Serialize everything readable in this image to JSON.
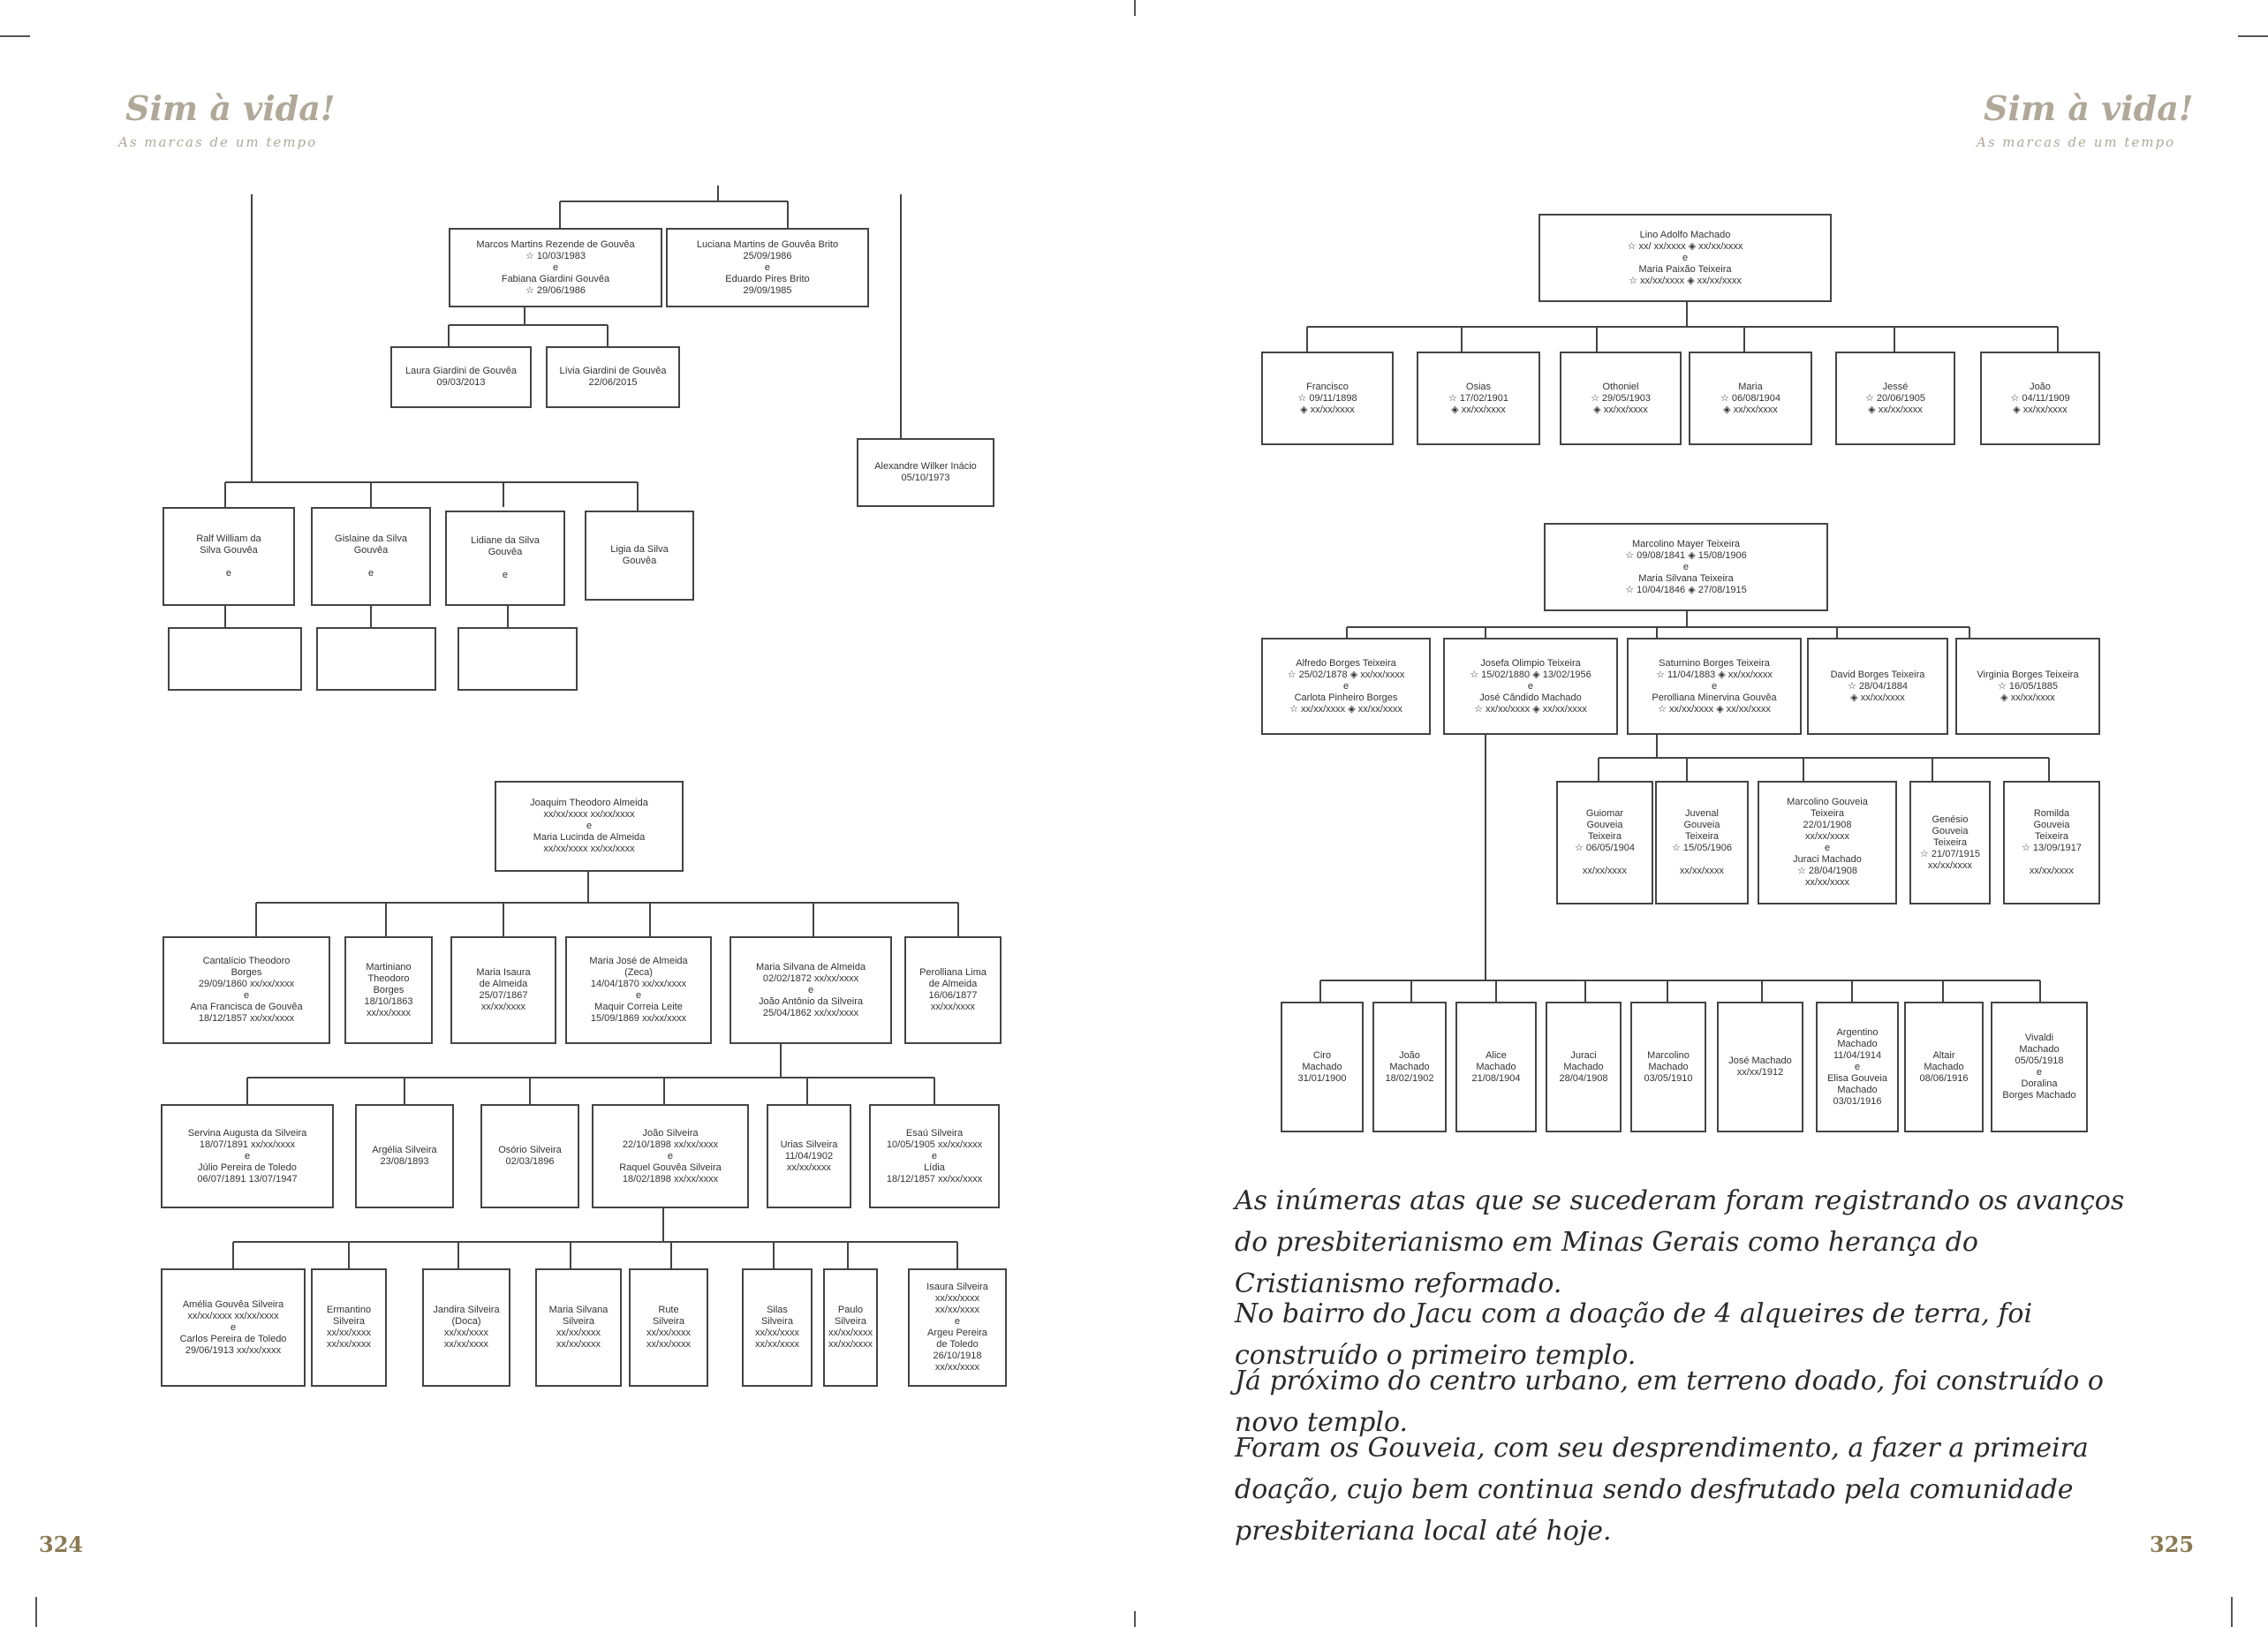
{
  "left_page": {
    "header_title": "Sim à vida!",
    "header_subtitle": "As marcas de um tempo",
    "page_number": "324"
  },
  "right_page": {
    "header_title": "Sim à vida!",
    "header_subtitle": "As marcas de um tempo",
    "page_number": "325",
    "paragraphs": [
      "As inúmeras atas que se sucederam foram registrando os avanços do presbiterianismo em Minas Gerais como herança do Cristianismo reformado.",
      "No bairro do Jacu com a doação de 4 alqueires de terra, foi construído o primeiro templo.",
      "Já próximo do centro urbano, em terreno doado, foi construído o novo templo.",
      "Foram os Gouveia, com seu desprendimento, a fazer a primeira doação, cujo bem continua sendo desfrutado pela comunidade presbiteriana local até hoje."
    ]
  },
  "tree_boxes": {
    "marcos": "Marcos Martins Rezende de Gouvêa\n☆ 10/03/1983\ne\nFabiana Giardini Gouvêa\n☆ 29/06/1986",
    "luciana": "Luciana Martins de Gouvêa Brito\n25/09/1986\ne\nEduardo Pires Brito\n29/09/1985",
    "laura": "Laura Giardini de Gouvêa\n09/03/2013",
    "livia": "Lívia Giardini de Gouvêa\n22/06/2015",
    "alexandre": "Alexandre Wilker Inácio\n05/10/1973",
    "ralf": "Ralf William da\nSilva Gouvêa\n\ne",
    "gislaine": "Gislaine da Silva\nGouvêa\n\ne",
    "lidiane": "Lidiane da Silva\nGouvêa\n\ne",
    "ligia": "Ligia da Silva\nGouvêa",
    "empty1": "",
    "empty2": "",
    "empty3": "",
    "joaquim": "Joaquim Theodoro Almeida\nxx/xx/xxxx    xx/xx/xxxx\ne\nMaria Lucinda de Almeida\nxx/xx/xxxx    xx/xx/xxxx",
    "cantalicio": "Cantalício Theodoro\nBorges\n29/09/1860      xx/xx/xxxx\ne\nAna Francisca de Gouvêa\n18/12/1857      xx/xx/xxxx",
    "martiniano": "Martiniano\nTheodoro\nBorges\n18/10/1863\nxx/xx/xxxx",
    "maria_isaura": "Maria Isaura\nde Almeida\n25/07/1867\nxx/xx/xxxx",
    "maria_jose": "Maria José de Almeida\n(Zeca)\n14/04/1870      xx/xx/xxxx\ne\nMaquir Correia Leite\n15/09/1869      xx/xx/xxxx",
    "maria_silvana_alm": "Maria Silvana de Almeida\n02/02/1872      xx/xx/xxxx\ne\nJoão Antônio da Silveira\n25/04/1862      xx/xx/xxxx",
    "perolliana": "Perolliana Lima\nde Almeida\n16/06/1877\nxx/xx/xxxx",
    "servina": "Servina Augusta da Silveira\n18/07/1891      xx/xx/xxxx\ne\nJúlio Pereira de Toledo\n06/07/1891     13/07/1947",
    "argelia": "Argélia Silveira\n23/08/1893",
    "osorio": "Osório Silveira\n02/03/1896",
    "joao_silveira": "João Silveira\n22/10/1898      xx/xx/xxxx\ne\nRaquel Gouvêa Silveira\n18/02/1898      xx/xx/xxxx",
    "urias": "Urias Silveira\n11/04/1902\nxx/xx/xxxx",
    "esau": "Esaú Silveira\n10/05/1905      xx/xx/xxxx\ne\nLídia\n18/12/1857      xx/xx/xxxx",
    "amelia": "Amélia Gouvêa Silveira\nxx/xx/xxxx      xx/xx/xxxx\ne\nCarlos Pereira de Toledo\n29/06/1913      xx/xx/xxxx",
    "ermantino": "Ermantino Silveira\nxx/xx/xxxx\nxx/xx/xxxx",
    "jandira": "Jandira Silveira\n(Doca)\nxx/xx/xxxx\nxx/xx/xxxx",
    "maria_silvana_silv": "Maria Silvana\nSilveira\nxx/xx/xxxx\nxx/xx/xxxx",
    "rute": "Rute\nSilveira\nxx/xx/xxxx\nxx/xx/xxxx",
    "silas": "Silas\nSilveira\nxx/xx/xxxx\nxx/xx/xxxx",
    "paulo": "Paulo\nSilveira\nxx/xx/xxxx\nxx/xx/xxxx",
    "isaura": "Isaura Silveira\nxx/xx/xxxx\nxx/xx/xxxx\ne\nArgeu Pereira\nde Toledo\n26/10/1918\nxx/xx/xxxx",
    "lino": "Lino Adolfo Machado\n☆ xx/ xx/xxxx        ◈ xx/xx/xxxx\ne\nMaria Paixão Teixeira\n☆ xx/xx/xxxx        ◈ xx/xx/xxxx",
    "francisco": "Francisco\n☆ 09/11/1898\n◈ xx/xx/xxxx",
    "osias": "Osias\n☆ 17/02/1901\n◈ xx/xx/xxxx",
    "othoniel": "Othoniel\n☆ 29/05/1903\n◈ xx/xx/xxxx",
    "maria_m": "Maria\n☆ 06/08/1904\n◈ xx/xx/xxxx",
    "jesse": "Jessé\n☆ 20/06/1905\n◈ xx/xx/xxxx",
    "joao_m": "João\n☆ 04/11/1909\n◈ xx/xx/xxxx",
    "marcolino_mt": "Marcolino Mayer Teixeira\n☆ 09/08/1841      ◈ 15/08/1906\ne\nMaria Silvana Teixeira\n☆ 10/04/1846      ◈ 27/08/1915",
    "alfredo": "Alfredo Borges Teixeira\n☆ 25/02/1878   ◈ xx/xx/xxxx\ne\nCarlota Pinheiro Borges\n☆ xx/xx/xxxx   ◈ xx/xx/xxxx",
    "josefa": "Josefa Olimpio Teixeira\n☆ 15/02/1880   ◈ 13/02/1956\ne\nJosé Cândido Machado\n☆ xx/xx/xxxx   ◈ xx/xx/xxxx",
    "saturnino": "Saturnino Borges Teixeira\n☆ 11/04/1883   ◈ xx/xx/xxxx\ne\nPerolliana Minervina Gouvêa\n☆ xx/xx/xxxx   ◈ xx/xx/xxxx",
    "david": "David Borges Teixeira\n☆ 28/04/1884\n◈ xx/xx/xxxx",
    "virginia": "Virginia Borges Teixeira\n☆ 16/05/1885\n◈ xx/xx/xxxx",
    "guiomar": "Guiomar\nGouveia\nTeixeira\n☆ 06/05/1904\n\nxx/xx/xxxx",
    "juvenal": "Juvenal\nGouveia\nTeixeira\n☆ 15/05/1906\n\nxx/xx/xxxx",
    "marcolino_gt": "Marcolino Gouveia\nTeixeira\n22/01/1908\nxx/xx/xxxx\ne\nJuraci Machado\n☆ 28/04/1908\nxx/xx/xxxx",
    "genesio": "Genésio\nGouveia\nTeixeira\n☆ 21/07/1915\nxx/xx/xxxx",
    "romilda": "Romilda\nGouveia\nTeixeira\n☆ 13/09/1917\n\nxx/xx/xxxx",
    "ciro": "Ciro\nMachado\n31/01/1900",
    "joao_mach": "João\nMachado\n18/02/1902",
    "alice": "Alice\nMachado\n21/08/1904",
    "juraci": "Juraci\nMachado\n28/04/1908",
    "marcolino_mach": "Marcolino\nMachado\n03/05/1910",
    "jose_mach": "José Machado\nxx/xx/1912",
    "argentino": "Argentino\nMachado\n11/04/1914\ne\nElisa Gouveia\nMachado\n03/01/1916",
    "altair": "Altair\nMachado\n08/06/1916",
    "vivaldi": "Vivaldi\nMachado\n05/05/1918\ne\nDoralina\nBorges Machado"
  }
}
